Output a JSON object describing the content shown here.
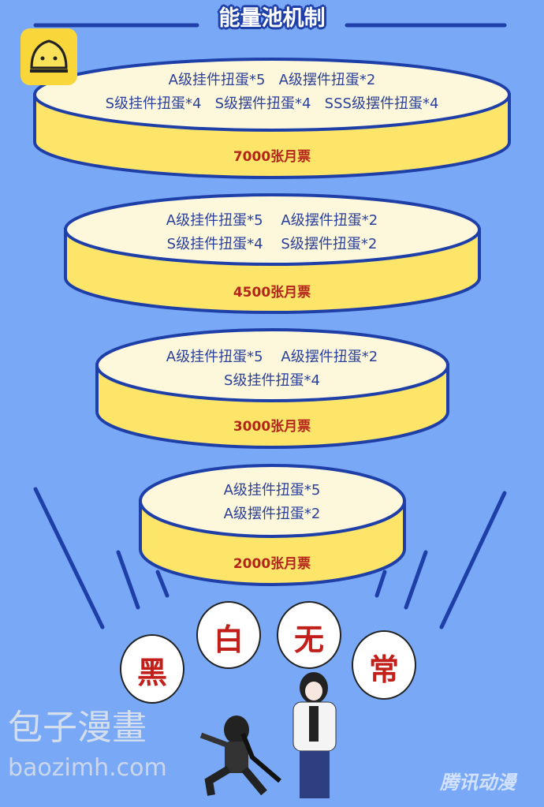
{
  "title": "能量池机制",
  "tiers": [
    {
      "rewards": "A级挂件扭蛋*5   A级摆件扭蛋*2\nS级挂件扭蛋*4   S级摆件扭蛋*4   SSS级摆件扭蛋*4",
      "threshold": "7000张月票"
    },
    {
      "rewards": "A级挂件扭蛋*5    A级摆件扭蛋*2\nS级挂件扭蛋*4    S级摆件扭蛋*2",
      "threshold": "4500张月票"
    },
    {
      "rewards": "A级挂件扭蛋*5    A级摆件扭蛋*2\nS级挂件扭蛋*4",
      "threshold": "3000张月票"
    },
    {
      "rewards": "A级挂件扭蛋*5\nA级摆件扭蛋*2",
      "threshold": "2000张月票"
    }
  ],
  "bubbles": [
    "黑",
    "白",
    "无",
    "常"
  ],
  "watermarks": {
    "site_name": "包子漫畫",
    "site_domain": "baozimh.com",
    "publisher": "腾讯动漫"
  },
  "colors": {
    "background": "#79a9f6",
    "outline": "#1f3fa8",
    "cylinder_top": "#fdf8dc",
    "cylinder_side": "#fde56a",
    "threshold_text": "#b5241b"
  }
}
